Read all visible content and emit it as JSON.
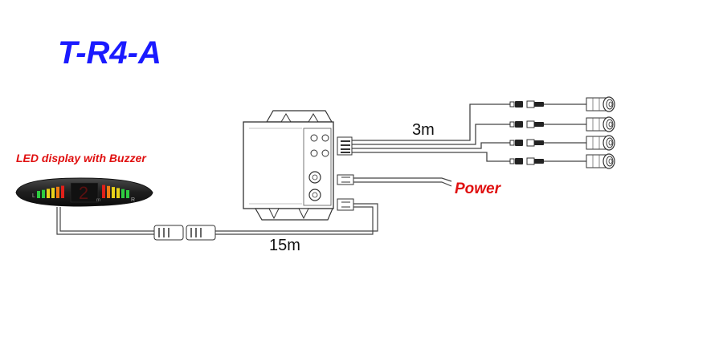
{
  "title": "T-R4-A",
  "display_label": "LED display with Buzzer",
  "power_label": "Power",
  "sensor_cable_length": "3m",
  "display_cable_length": "15m",
  "display_glyphs": {
    "left": "L",
    "right": "R",
    "small": "m",
    "digit": "2"
  },
  "colors": {
    "title": "#1a1aff",
    "red_text": "#e01010",
    "wire": "#444444",
    "text": "#111111",
    "display_body": "#2a2a2a",
    "led_green": "#2ecc40",
    "led_yellow": "#e8d21a",
    "led_orange": "#f07a12",
    "led_red": "#e0201a"
  }
}
